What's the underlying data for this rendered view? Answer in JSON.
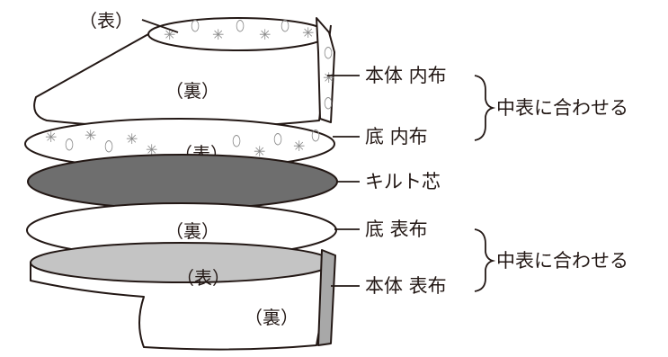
{
  "face_labels": {
    "top_front": "（表）",
    "top_back": "（裏）",
    "bottom_inner_front": "（表）",
    "bottom_inner_back": "（裏）",
    "outer_front": "（表）",
    "outer_back": "（裏）"
  },
  "parts": {
    "body_lining": "本体 内布",
    "bottom_lining": "底 内布",
    "quilt_core": "キルト芯",
    "bottom_outer": "底 表布",
    "body_outer": "本体 表布"
  },
  "groups": {
    "upper": "中表に合わせる",
    "lower": "中表に合わせる"
  },
  "colors": {
    "stroke": "#231815",
    "quilt_core_fill": "#6e6e6e",
    "outer_inside_fill": "#c4c4c4",
    "pattern": "#8a8a8a"
  }
}
